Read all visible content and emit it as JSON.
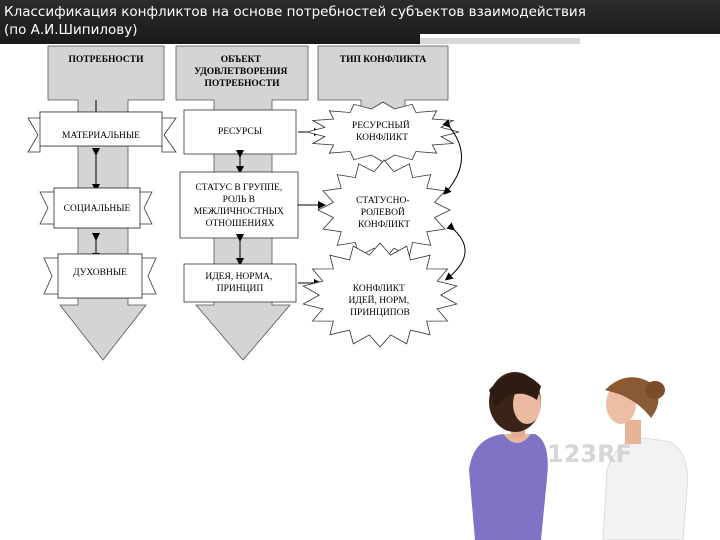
{
  "slide": {
    "title_line1": "Классификация конфликтов на основе потребностей субъектов взаимодействия",
    "title_line2": "(по А.И.Шипилову)"
  },
  "diagram": {
    "headers": {
      "needs": "ПОТРЕБНОСТИ",
      "object": [
        "ОБЪЕКТ",
        "УДОВЛЕТВОРЕНИЯ",
        "ПОТРЕБНОСТИ"
      ],
      "type": "ТИП КОНФЛИКТА"
    },
    "needs": [
      "МАТЕРИАЛЬНЫЕ",
      "СОЦИАЛЬНЫЕ",
      "ДУХОВНЫЕ"
    ],
    "objects": [
      [
        "РЕСУРСЫ"
      ],
      [
        "СТАТУС В ГРУППЕ,",
        "РОЛЬ В",
        "МЕЖЛИЧНОСТНЫХ",
        "ОТНОШЕНИЯХ"
      ],
      [
        "ИДЕЯ, НОРМА,",
        "ПРИНЦИП"
      ]
    ],
    "conflicts": [
      [
        "РЕСУРСНЫЙ",
        "КОНФЛИКТ"
      ],
      [
        "СТАТУСНО-",
        "РОЛЕВОЙ",
        "КОНФЛИКТ"
      ],
      [
        "КОНФЛИКТ",
        "ИДЕЙ, НОРМ,",
        "ПРИНЦИПОВ"
      ]
    ]
  },
  "photo": {
    "watermark": "123RF"
  }
}
